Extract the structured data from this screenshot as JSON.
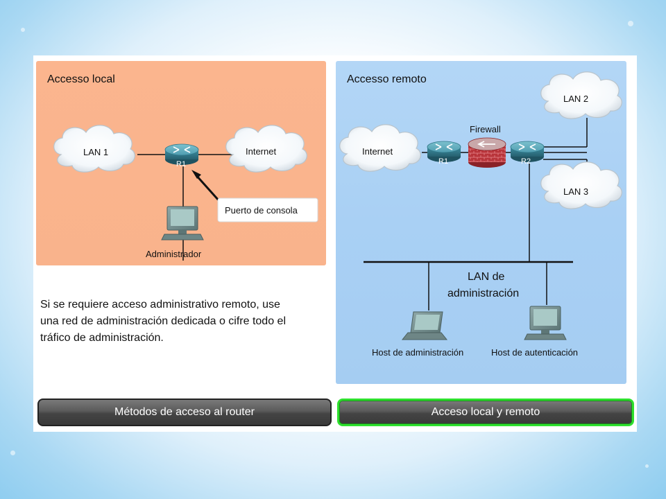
{
  "local": {
    "title": "Accesso local",
    "lan1": "LAN 1",
    "router": "R1",
    "internet": "Internet",
    "console_port": "Puerto de consola",
    "admin": "Administrador"
  },
  "remote": {
    "title": "Accesso remoto",
    "internet": "Internet",
    "r1": "R1",
    "firewall": "Firewall",
    "r2": "R2",
    "lan2": "LAN 2",
    "lan3": "LAN 3",
    "mgmt_lan_line1": "LAN de",
    "mgmt_lan_line2": "administración",
    "host_admin": "Host de administración",
    "host_auth": "Host de autenticación"
  },
  "note": {
    "line1": "Si se requiere acceso administrativo remoto, use",
    "line2": "una red de administración dedicada o cifre todo el",
    "line3": "tráfico de administración."
  },
  "tabs": {
    "methods": "Métodos de acceso al router",
    "access": "Acceso local y remoto"
  },
  "colors": {
    "local_panel": "#f9b38c",
    "remote_panel": "#a9d0f4",
    "active_tab_border": "#2ee02e",
    "router": "#3d8a9c",
    "firewall": "#b8343a"
  }
}
